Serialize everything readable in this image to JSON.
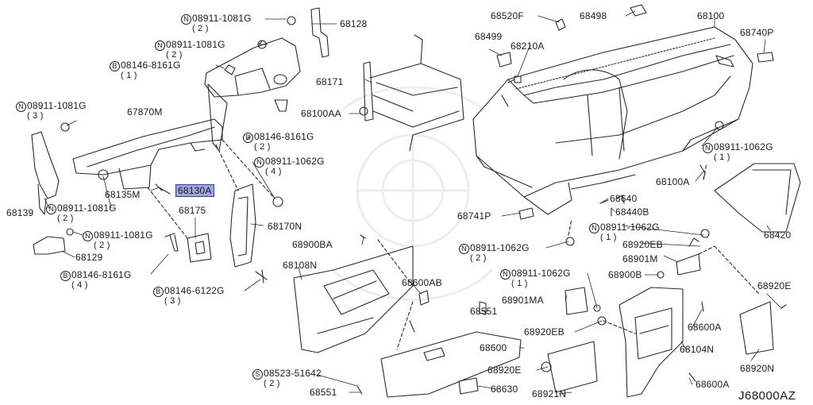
{
  "diagram": {
    "code": "J68000AZ",
    "highlight_color": "#9da6de",
    "labels": [
      {
        "id": "p01",
        "prefix": "N",
        "text": "08911-1081G",
        "qty": "( 2 )"
      },
      {
        "id": "p02",
        "prefix": "",
        "text": "68128",
        "qty": ""
      },
      {
        "id": "p03",
        "prefix": "N",
        "text": "08911-1081G",
        "qty": "( 2 )"
      },
      {
        "id": "p04",
        "prefix": "B",
        "text": "08146-8161G",
        "qty": "( 1 )"
      },
      {
        "id": "p05",
        "prefix": "N",
        "text": "08911-1081G",
        "qty": "( 3 )"
      },
      {
        "id": "p06",
        "prefix": "",
        "text": "67870M",
        "qty": ""
      },
      {
        "id": "p07",
        "prefix": "",
        "text": "68171",
        "qty": ""
      },
      {
        "id": "p08",
        "prefix": "",
        "text": "68100AA",
        "qty": ""
      },
      {
        "id": "p09",
        "prefix": "B",
        "text": "08146-8161G",
        "qty": "( 2 )"
      },
      {
        "id": "p10",
        "prefix": "N",
        "text": "08911-1062G",
        "qty": "( 4 )"
      },
      {
        "id": "p11",
        "prefix": "",
        "text": "68135M",
        "qty": ""
      },
      {
        "id": "p12",
        "prefix": "",
        "text": "68130A",
        "qty": ""
      },
      {
        "id": "p13",
        "prefix": "",
        "text": "68139",
        "qty": ""
      },
      {
        "id": "p14",
        "prefix": "N",
        "text": "08911-1081G",
        "qty": "( 2 )"
      },
      {
        "id": "p15",
        "prefix": "",
        "text": "68175",
        "qty": ""
      },
      {
        "id": "p16",
        "prefix": "",
        "text": "68170N",
        "qty": ""
      },
      {
        "id": "p17",
        "prefix": "N",
        "text": "08911-1081G",
        "qty": "( 2 )"
      },
      {
        "id": "p18",
        "prefix": "",
        "text": "68129",
        "qty": ""
      },
      {
        "id": "p19",
        "prefix": "B",
        "text": "08146-8161G",
        "qty": "( 4 )"
      },
      {
        "id": "p20",
        "prefix": "B",
        "text": "08146-6122G",
        "qty": "( 3 )"
      },
      {
        "id": "p21",
        "prefix": "",
        "text": "68520F",
        "qty": ""
      },
      {
        "id": "p22",
        "prefix": "",
        "text": "68498",
        "qty": ""
      },
      {
        "id": "p23",
        "prefix": "",
        "text": "68100",
        "qty": ""
      },
      {
        "id": "p24",
        "prefix": "",
        "text": "68499",
        "qty": ""
      },
      {
        "id": "p25",
        "prefix": "",
        "text": "68210A",
        "qty": ""
      },
      {
        "id": "p26",
        "prefix": "",
        "text": "68740P",
        "qty": ""
      },
      {
        "id": "p27",
        "prefix": "N",
        "text": "08911-1062G",
        "qty": "( 1 )"
      },
      {
        "id": "p28",
        "prefix": "",
        "text": "68100A",
        "qty": ""
      },
      {
        "id": "p29",
        "prefix": "",
        "text": "68640",
        "qty": ""
      },
      {
        "id": "p30",
        "prefix": "",
        "text": "68440B",
        "qty": ""
      },
      {
        "id": "p31",
        "prefix": "",
        "text": "68741P",
        "qty": ""
      },
      {
        "id": "p32",
        "prefix": "",
        "text": "68420",
        "qty": ""
      },
      {
        "id": "p33",
        "prefix": "N",
        "text": "08911-1062G",
        "qty": "( 1 )"
      },
      {
        "id": "p34",
        "prefix": "",
        "text": "68900BA",
        "qty": ""
      },
      {
        "id": "p35",
        "prefix": "N",
        "text": "08911-1062G",
        "qty": "( 2 )"
      },
      {
        "id": "p36",
        "prefix": "",
        "text": "68920EB",
        "qty": ""
      },
      {
        "id": "p37",
        "prefix": "",
        "text": "68901M",
        "qty": ""
      },
      {
        "id": "p38",
        "prefix": "",
        "text": "68108N",
        "qty": ""
      },
      {
        "id": "p39",
        "prefix": "N",
        "text": "08911-1062G",
        "qty": "( 1 )"
      },
      {
        "id": "p40",
        "prefix": "",
        "text": "68900B",
        "qty": ""
      },
      {
        "id": "p41",
        "prefix": "",
        "text": "68600AB",
        "qty": ""
      },
      {
        "id": "p42",
        "prefix": "",
        "text": "68920E",
        "qty": ""
      },
      {
        "id": "p43",
        "prefix": "",
        "text": "68901MA",
        "qty": ""
      },
      {
        "id": "p44",
        "prefix": "",
        "text": "68551",
        "qty": ""
      },
      {
        "id": "p45",
        "prefix": "",
        "text": "68600A",
        "qty": ""
      },
      {
        "id": "p46",
        "prefix": "",
        "text": "68920EB",
        "qty": ""
      },
      {
        "id": "p47",
        "prefix": "",
        "text": "68600",
        "qty": ""
      },
      {
        "id": "p48",
        "prefix": "",
        "text": "68104N",
        "qty": ""
      },
      {
        "id": "p49",
        "prefix": "",
        "text": "68920E",
        "qty": ""
      },
      {
        "id": "p50",
        "prefix": "S",
        "text": "08523-51642",
        "qty": "( 2 )"
      },
      {
        "id": "p51",
        "prefix": "",
        "text": "68920N",
        "qty": ""
      },
      {
        "id": "p52",
        "prefix": "",
        "text": "68551",
        "qty": ""
      },
      {
        "id": "p53",
        "prefix": "",
        "text": "68630",
        "qty": ""
      },
      {
        "id": "p54",
        "prefix": "",
        "text": "68921N",
        "qty": ""
      },
      {
        "id": "p55",
        "prefix": "",
        "text": "68600A",
        "qty": ""
      }
    ]
  }
}
